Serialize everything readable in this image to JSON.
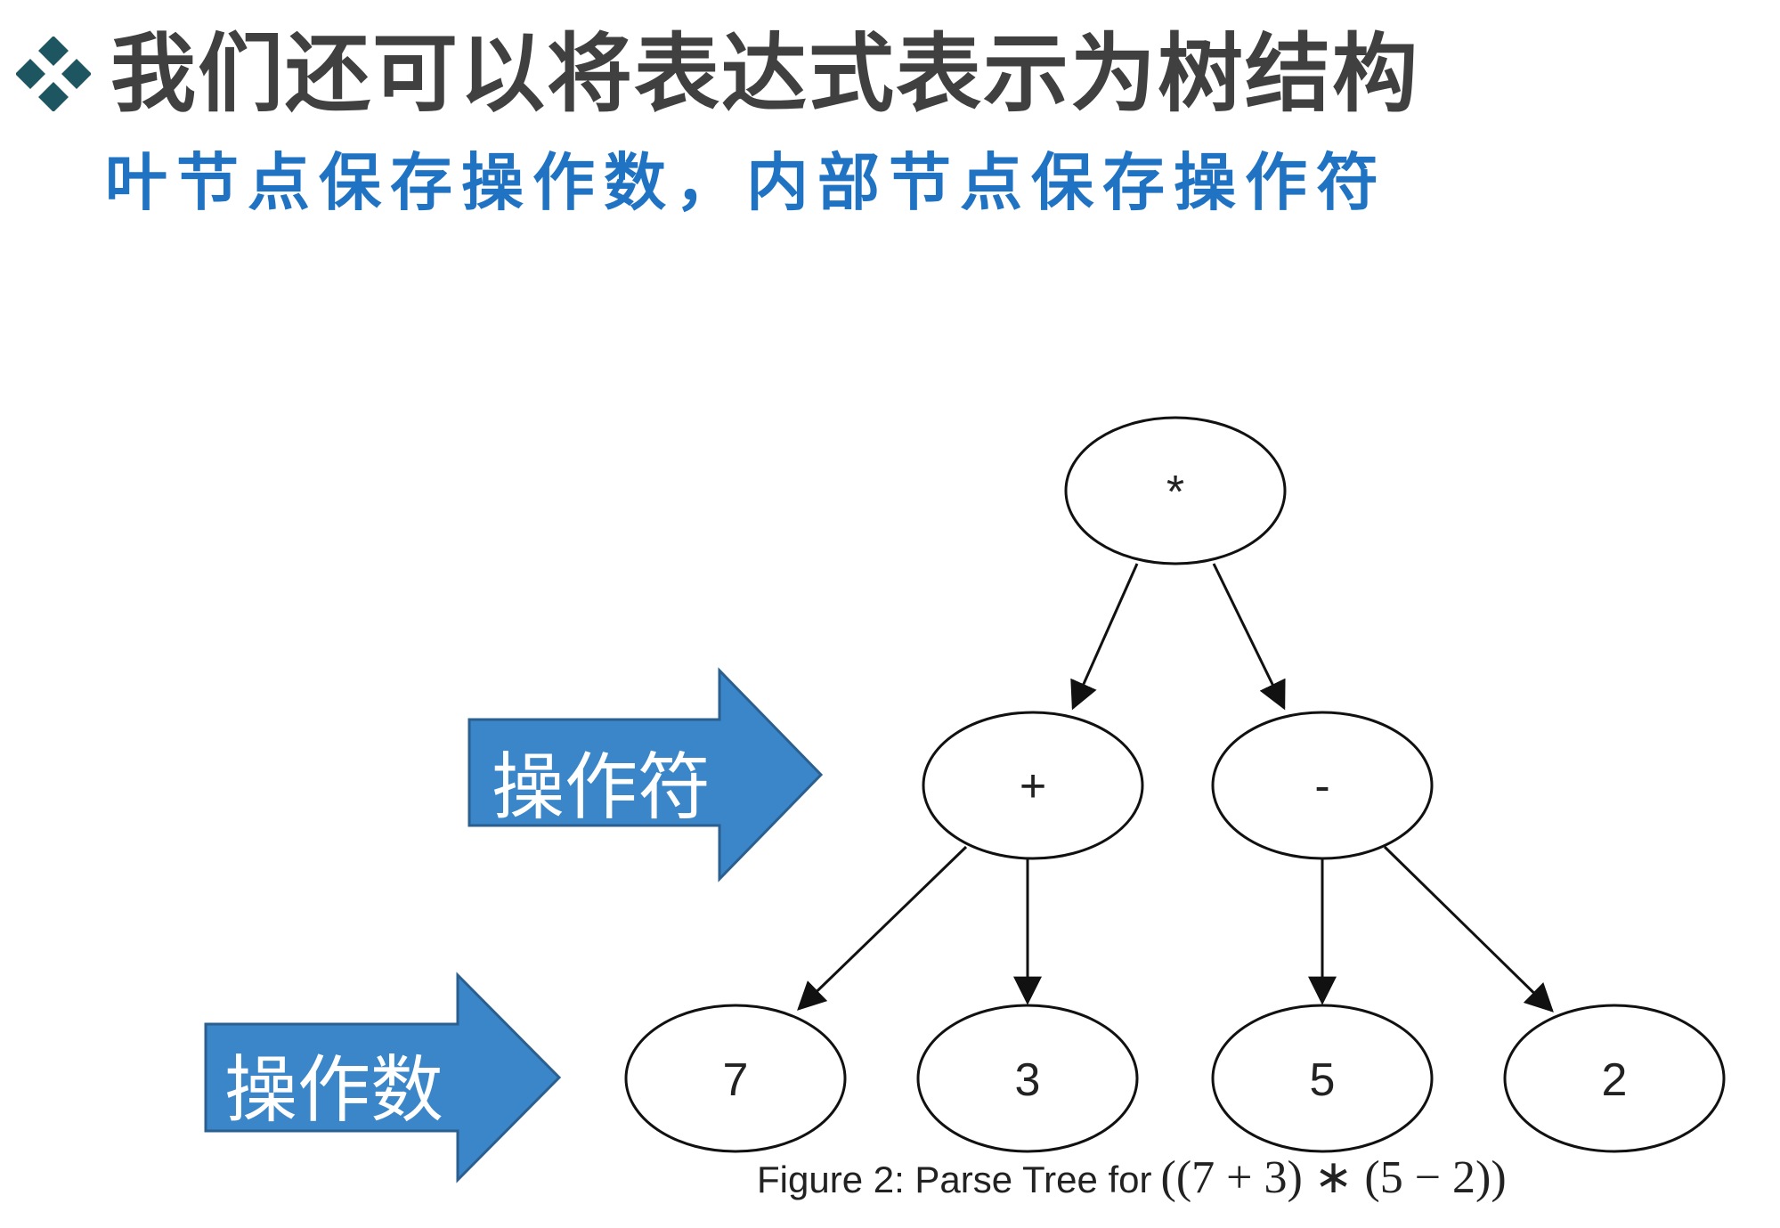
{
  "header": {
    "bullet_icon": "four-diamond-bullet-icon",
    "title": "我们还可以将表达式表示为树结构",
    "subtitle": "叶节点保存操作数，内部节点保存操作符"
  },
  "tree": {
    "nodes": [
      {
        "id": "root",
        "label": "*"
      },
      {
        "id": "plus",
        "label": "+"
      },
      {
        "id": "minus",
        "label": "-"
      },
      {
        "id": "n7",
        "label": "7"
      },
      {
        "id": "n3",
        "label": "3"
      },
      {
        "id": "n5",
        "label": "5"
      },
      {
        "id": "n2",
        "label": "2"
      }
    ],
    "edges": [
      [
        "root",
        "plus"
      ],
      [
        "root",
        "minus"
      ],
      [
        "plus",
        "n7"
      ],
      [
        "plus",
        "n3"
      ],
      [
        "minus",
        "n5"
      ],
      [
        "minus",
        "n2"
      ]
    ]
  },
  "callouts": {
    "operator": "操作符",
    "operand": "操作数"
  },
  "caption": {
    "text": "Figure 2: Parse Tree for",
    "expression": "((7 + 3) ∗ (5 − 2))"
  },
  "colors": {
    "title": "#404040",
    "subtitle": "#1f73c2",
    "arrow_fill": "#3a86c8",
    "arrow_stroke": "#2a5f8f",
    "bullet": "#1d5560"
  }
}
